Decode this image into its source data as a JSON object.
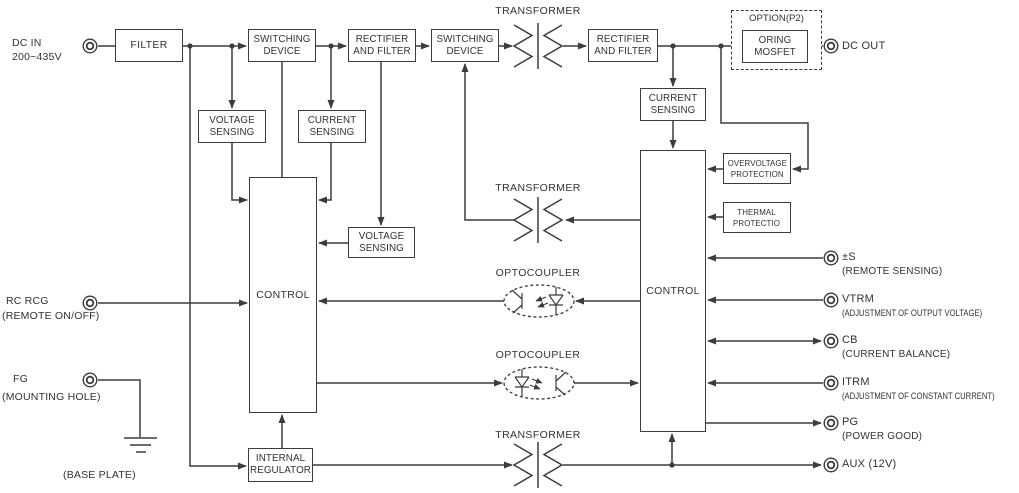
{
  "colors": {
    "line": "#3c3c3c",
    "text": "#333333",
    "background": "#ffffff"
  },
  "labels": {
    "dc_in": "DC IN",
    "dc_in_range": "200~435V",
    "dc_out": "DC OUT",
    "rc": "RC RCG",
    "rc_desc": "(REMOTE ON/OFF)",
    "fg": "FG",
    "fg_desc": "(MOUNTING HOLE)",
    "base_plate": "(BASE PLATE)"
  },
  "blocks": {
    "filter": "FILTER",
    "switching_device_1": "SWITCHING\nDEVICE",
    "voltage_sensing_1": "VOLTAGE\nSENSING",
    "current_sensing_1": "CURRENT\nSENSING",
    "rectifier_filter_1": "RECTIFIER\nAND FILTER",
    "switching_device_2": "SWITCHING\nDEVICE",
    "rectifier_filter_2": "RECTIFIER\nAND FILTER",
    "option": "OPTION(P2)",
    "oring_mosfet": "ORING\nMOSFET",
    "current_sensing_2": "CURRENT\nSENSING",
    "control_primary": "CONTROL",
    "control_secondary": "CONTROL",
    "voltage_sensing_2": "VOLTAGE\nSENSING",
    "overvoltage_protection": "OVERVOLTAGE\nPROTECTION",
    "thermal_protection": "THERMAL\nPROTECTIO",
    "internal_regulator": "INTERNAL\nREGULATOR",
    "transformer_1": "TRANSFORMER",
    "transformer_2": "TRANSFORMER",
    "transformer_3": "TRANSFORMER",
    "optocoupler_1": "OPTOCOUPLER",
    "optocoupler_2": "OPTOCOUPLER"
  },
  "ports": {
    "s": {
      "name": "±S",
      "desc": "(REMOTE SENSING)"
    },
    "vtrm": {
      "name": "VTRM",
      "desc": "(ADJUSTMENT OF OUTPUT VOLTAGE)"
    },
    "cb": {
      "name": "CB",
      "desc": "(CURRENT BALANCE)"
    },
    "itrm": {
      "name": "ITRM",
      "desc": "(ADJUSTMENT OF CONSTANT CURRENT)"
    },
    "pg": {
      "name": "PG",
      "desc": "(POWER GOOD)"
    },
    "aux": {
      "name": "AUX (12V)"
    }
  }
}
